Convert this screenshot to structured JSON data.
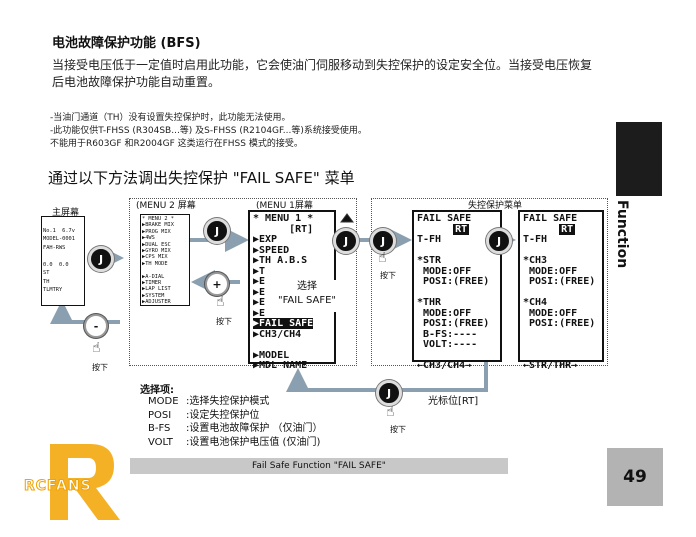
{
  "header": {
    "title": "电池故障保护功能 (BFS)",
    "paragraph": "当接受电压低于一定值时启用此功能，它会使油门伺服移动到失控保护的设定安全位。当接受电压恢复后电池故障保护功能自动重置。",
    "notes": [
      "-当油门通道（TH）没有设置失控保护时，此功能无法使用。",
      "-此功能仅供T-FHSS (R304SB...等) 及S-FHSS (R2104GF...等)系统接受使用。",
      " 不能用于R603GF 和R2004GF 这类运行在FHSS 模式的接受。"
    ]
  },
  "subtitle": "通过以下方法调出失控保护 \"FAIL SAFE\" 菜单",
  "side": {
    "label": "Function",
    "page_number": "49"
  },
  "diagram": {
    "main_screen_label": "主屏幕",
    "menu2_label": "(MENU 2 屏幕",
    "menu1_label": "(MENU 1屏幕",
    "failsafe_menu_label": "失控保护菜单",
    "menu1_title": "* MENU 1 *",
    "menu1_rt": "[RT]",
    "menu1_items": [
      "▶EXP",
      "▶SPEED",
      "▶TH A.B.S",
      "▶T",
      "▶E",
      "▶E",
      "▶E",
      "▶E",
      "▶FAIL SAFE",
      "▶CH3/CH4",
      "",
      "▶MODEL",
      "▶MDL NAME"
    ],
    "select_callout": "选择",
    "select_callout_item": "\"FAIL SAFE\"",
    "press_label": "按下",
    "knob_j": "J",
    "knob_plus": "+",
    "knob_minus": "-",
    "cursor_label": "光标位[RT]",
    "menu2_title": "* MENU 2 *",
    "menu2_items": [
      "▶BRAKE MIX",
      "▶PROG MIX",
      "▶4WS",
      "▶DUAL ESC",
      "▶GYRO MIX",
      "▶CPS MIX",
      "▶TH MODE",
      "",
      "▶A-DIAL",
      "▶TIMER",
      "▶LAP LIST",
      "▶SYSTEM",
      "▶ADJUSTER"
    ],
    "main_screen_lines": [
      "No.1  6.7v",
      "MODEL-0001",
      "FAH-RWS",
      "",
      "",
      "",
      "0.0  0.0",
      "ST",
      "TH",
      "TLMTRY"
    ],
    "failsafe_screen1": {
      "title": "FAIL SAFE",
      "rt": "RT",
      "lines": [
        "T-FH",
        "",
        "*STR",
        " MODE:OFF",
        " POSI:(FREE)",
        "",
        "*THR",
        " MODE:OFF",
        " POSI:(FREE)",
        " B-FS:----",
        " VOLT:----",
        "",
        "←CH3/CH4→"
      ]
    },
    "failsafe_screen2": {
      "title": "FAIL SAFE",
      "rt": "RT",
      "lines": [
        "T-FH",
        "",
        "*CH3",
        " MODE:OFF",
        " POSI:(FREE)",
        "",
        "*CH4",
        " MODE:OFF",
        " POSI:(FREE)",
        "",
        "",
        "",
        "←STR/THR→"
      ]
    }
  },
  "options": {
    "heading": "选择项:",
    "items": [
      {
        "key": "MODE",
        "desc": ":选择失控保护模式"
      },
      {
        "key": "POSI",
        "desc": ":设定失控保护位"
      },
      {
        "key": "B-FS",
        "desc": ":设置电池故障保护 （仅油门）"
      },
      {
        "key": "VOLT",
        "desc": ":设置电池保护电压值 (仅油门)"
      }
    ]
  },
  "footer": {
    "caption": "Fail Safe Function  \"FAIL SAFE\""
  },
  "logo": {
    "text": "RCFANS",
    "letter": "R",
    "color": "#f2a300"
  }
}
